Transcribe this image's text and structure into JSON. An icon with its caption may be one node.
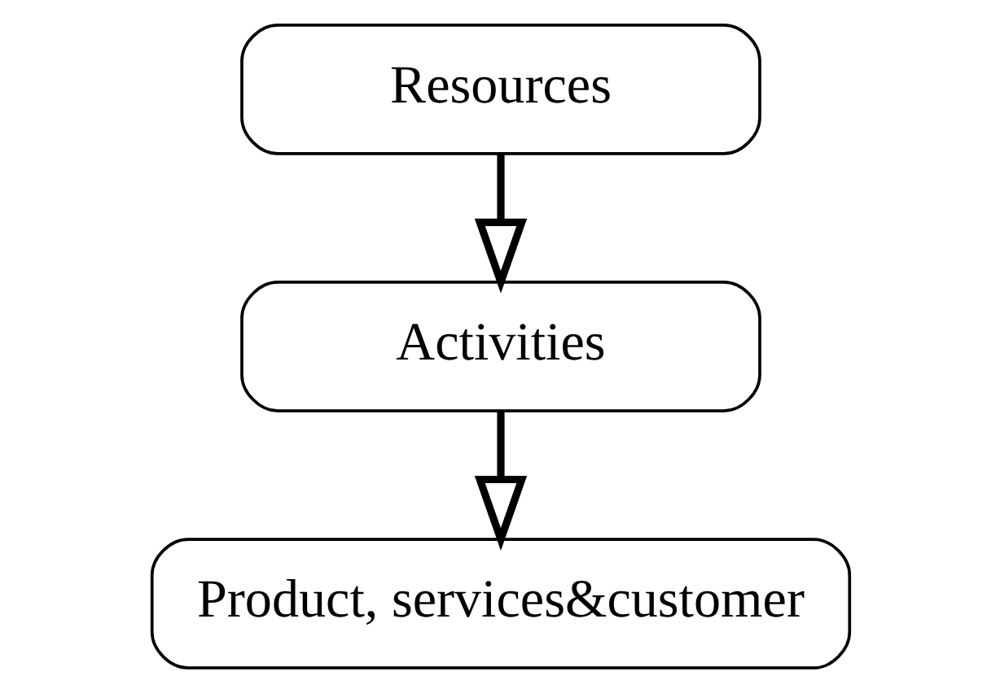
{
  "diagram": {
    "nodes": [
      {
        "text": [
          "Resources"
        ]
      },
      {
        "text": [
          "Activities"
        ]
      },
      {
        "text": [
          "Product, services&customer"
        ]
      }
    ],
    "edges": [
      {
        "from": 0,
        "to": 1,
        "arrow": "to"
      },
      {
        "from": 1,
        "to": 2,
        "arrow": "to"
      }
    ]
  }
}
